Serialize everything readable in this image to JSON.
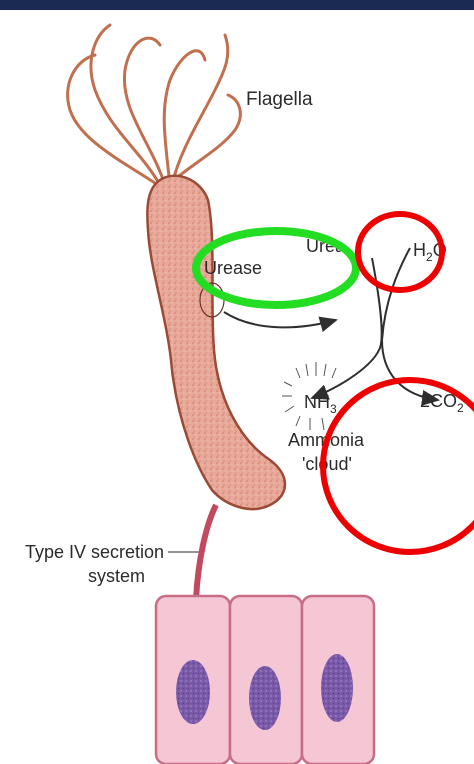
{
  "labels": {
    "flagella": "Flagella",
    "urease": "Urease",
    "urea_partial": "Urea",
    "water_main": "H",
    "water_sub": "2",
    "water_end": "O",
    "ammonia_main": "NH",
    "ammonia_sub": "3",
    "co2_main": "2CO",
    "co2_sub": "2",
    "ammonia_line1": "Ammonia",
    "ammonia_line2": "'cloud'",
    "secretion_line1": "Type IV secretion",
    "secretion_line2": "system"
  },
  "colors": {
    "top_bar": "#1b2a52",
    "flagella": "#c0704e",
    "bacterium_fill": "#e8a89a",
    "bacterium_outline": "#9b4a35",
    "arrow": "#2f2f2f",
    "secretion_arrow": "#c24a5e",
    "host_cell_fill": "#f5c7d4",
    "host_cell_outline": "#c86d86",
    "nucleus": "#7a5aa8",
    "highlight_green": "#22dd22",
    "highlight_red": "#ee0000"
  },
  "host_cells": {
    "count": 3
  }
}
